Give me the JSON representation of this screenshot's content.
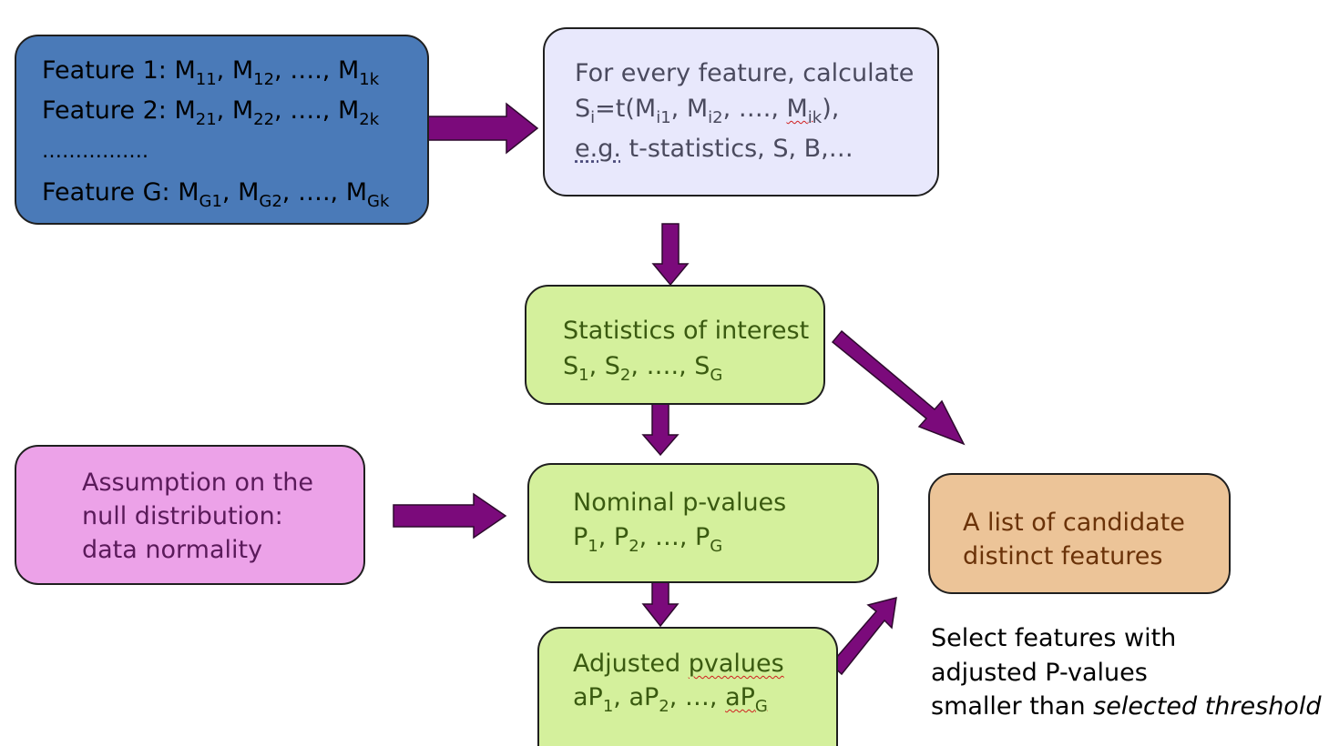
{
  "features_box": {
    "color": "#4a7ab8",
    "row1": {
      "prefix": "Feature 1: M",
      "s1": "11",
      "mid1": ", M",
      "s2": "12",
      "mid2": ", …., M",
      "s3": "1k"
    },
    "row2": {
      "prefix": "Feature 2: M",
      "s1": "21",
      "mid1": ", M",
      "s2": "22",
      "mid2": ", …., M",
      "s3": "2k"
    },
    "row3": "…………….",
    "row4": {
      "prefix": "Feature G: M",
      "s1": "G1",
      "mid1": ", M",
      "s2": "G2",
      "mid2": ", …., M",
      "s3": "Gk"
    }
  },
  "calc_box": {
    "color": "#e8e8fc",
    "line1": "For every feature, calculate",
    "line2": {
      "p1": "S",
      "s0": "i",
      "p2": "=t(M",
      "s1": "i1",
      "p3": ", M",
      "s2": "i2",
      "p4": ", …., ",
      "p5": "M",
      "s3": "ik",
      "p6": "),"
    },
    "line3": {
      "eg": "e.g.",
      "rest": " t-statistics, S, B,…"
    }
  },
  "stats_box": {
    "color": "#d4f09c",
    "line1": "Statistics of interest",
    "line2": {
      "p1": "S",
      "s1": "1",
      "p2": ", S",
      "s2": "2",
      "p3": ", …., S",
      "s3": "G"
    }
  },
  "assumption_box": {
    "color": "#eca2e8",
    "line1": "Assumption on the",
    "line2": "null distribution:",
    "line3": "data normality"
  },
  "nominal_box": {
    "color": "#d4f09c",
    "line1": "Nominal p-values",
    "line2": {
      "p1": "P",
      "s1": "1",
      "p2": ", P",
      "s2": "2",
      "p3": ", …, P",
      "s3": "G"
    }
  },
  "adjusted_box": {
    "color": "#d4f09c",
    "line1": {
      "a": "Adjusted ",
      "b": "pvalues"
    },
    "line2": {
      "p1": "aP",
      "s1": "1",
      "p2": ", aP",
      "s2": "2",
      "p3": ", …, ",
      "p4": "aP",
      "s3": "G"
    }
  },
  "candidate_box": {
    "color": "#ecc498",
    "line1": "A list of candidate",
    "line2": "distinct features"
  },
  "select_note": {
    "line1": "Select features with",
    "line2": "adjusted P-values",
    "line3a": "smaller than ",
    "line3b": "selected threshold"
  },
  "arrow_color": "#7b0a7b"
}
